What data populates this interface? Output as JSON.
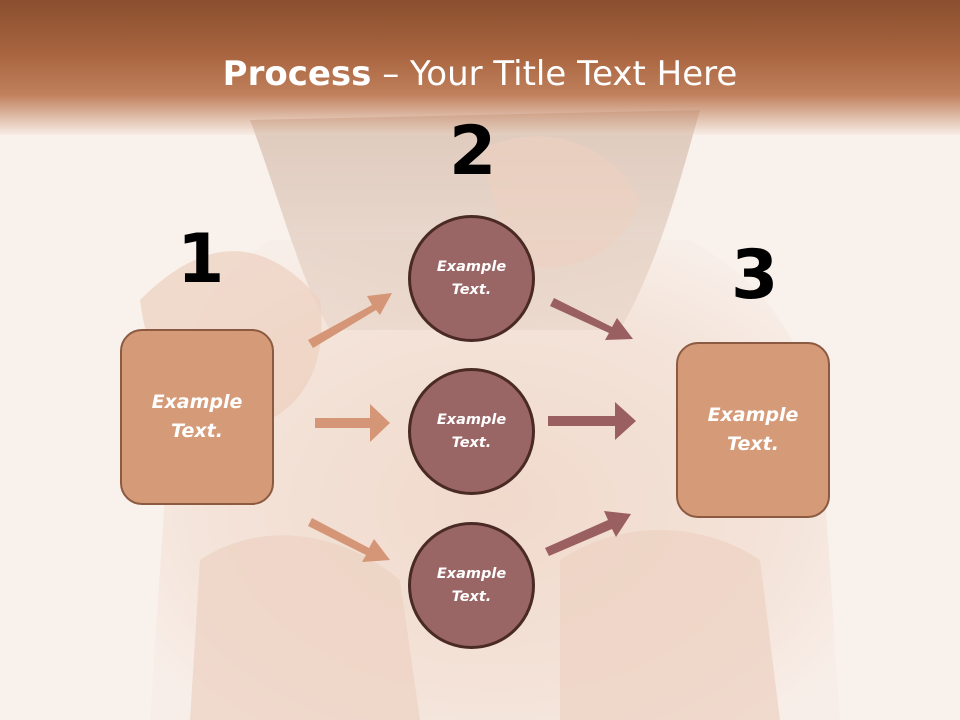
{
  "title": {
    "bold": "Process",
    "separator": " – ",
    "rest": "Your Title Text Here"
  },
  "steps": {
    "one": "1",
    "two": "2",
    "three": "3"
  },
  "boxes": {
    "left": "Example Text.",
    "right": "Example Text."
  },
  "circles": {
    "top": "Example Text.",
    "middle": "Example Text.",
    "bottom": "Example Text."
  },
  "colors": {
    "header": "#a8643f",
    "box_fill": "#d59a78",
    "circle_fill": "#9a6565",
    "arrow_light": "#d49676",
    "arrow_dark": "#9a5f60"
  }
}
